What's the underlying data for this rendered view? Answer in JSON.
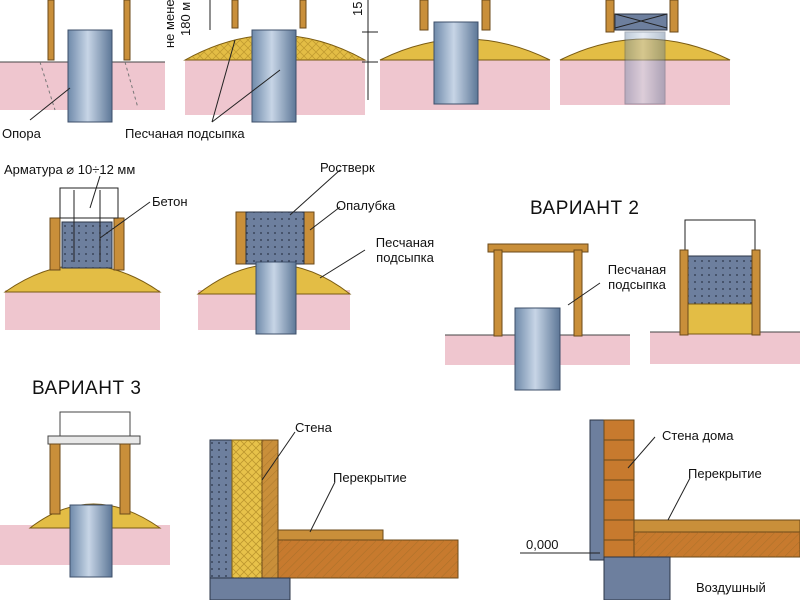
{
  "labels": {
    "opora": "Опора",
    "sand_fill_1": "Песчаная подсыпка",
    "min_depth_partial": "не менее",
    "depth_180_partial": "180 м",
    "dim_150_partial": "15",
    "armatura": "Арматура ⌀ 10÷12 мм",
    "beton": "Бетон",
    "rostverk": "Ростверк",
    "opalubka": "Опалубка",
    "sand_fill_2": "Песчаная\nподсыпка",
    "variant2": "ВАРИАНТ 2",
    "sand_fill_3": "Песчаная\nподсыпка",
    "variant3": "ВАРИАНТ 3",
    "stena": "Стена",
    "perekrytie_1": "Перекрытие",
    "stena_doma": "Стена дома",
    "perekrytie_2": "Перекрытие",
    "level_zero": "0,000",
    "air_partial": "Воздушный"
  },
  "colors": {
    "sand": "#e3bd45",
    "soil": "#efc6cf",
    "pipe": "#8ea7c4",
    "concrete": "#6d7f9e",
    "timber": "#c98f3a",
    "insulation": "#e7c24a",
    "brick": "#c77a2e"
  }
}
